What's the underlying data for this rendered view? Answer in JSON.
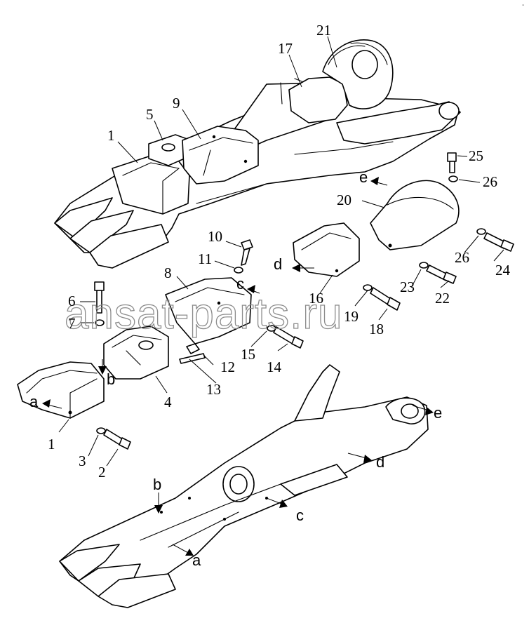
{
  "watermark": "ansat-parts.ru",
  "corner_mark": "-",
  "part_numbers": [
    "1",
    "2",
    "3",
    "4",
    "5",
    "6",
    "7",
    "8",
    "9",
    "10",
    "11",
    "12",
    "13",
    "14",
    "15",
    "16",
    "17",
    "18",
    "19",
    "20",
    "21",
    "22",
    "23",
    "24",
    "25",
    "26"
  ],
  "callout_letters": [
    "a",
    "b",
    "c",
    "d",
    "e"
  ],
  "labels": {
    "p21": "21",
    "p17": "17",
    "p9": "9",
    "p5": "5",
    "p1_top": "1",
    "p25": "25",
    "p26_top": "26",
    "p20": "20",
    "e_arrow_top": "e",
    "p10": "10",
    "p11": "11",
    "d_arrow_top": "d",
    "p8": "8",
    "c_arrow_top": "c",
    "p6": "6",
    "p7": "7",
    "b_arrow_top": "b",
    "p12": "12",
    "p13": "13",
    "p4": "4",
    "p15": "15",
    "p14": "14",
    "p16": "16",
    "p19": "19",
    "p18": "18",
    "p23": "23",
    "p22": "22",
    "p26_mid": "26",
    "p24": "24",
    "a_arrow_top": "a",
    "p1_mid": "1",
    "p3": "3",
    "p2": "2",
    "e_frame": "e",
    "d_frame": "d",
    "b_frame": "b",
    "c_frame": "c",
    "a_frame": "a"
  }
}
